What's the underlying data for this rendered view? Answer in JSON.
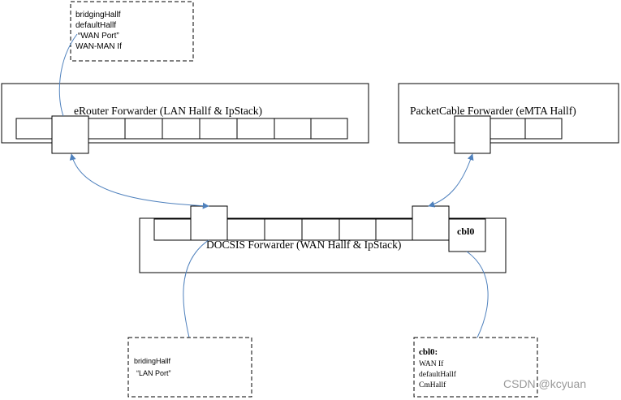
{
  "notes": {
    "top_left": {
      "lines": [
        "bridgingHallf",
        "defaultHallf",
        "“WAN Port”",
        "WAN-MAN If"
      ]
    },
    "bottom_left": {
      "lines": [
        "bridingHallf",
        "“LAN Port”"
      ]
    },
    "bottom_right": {
      "title": "cbl0:",
      "lines": [
        "WAN If",
        "defaultHallf",
        "CmHallf"
      ]
    }
  },
  "boxes": {
    "erouter": {
      "label": "eRouter Forwarder (LAN Hallf & IpStack)"
    },
    "packetcable": {
      "label": "PacketCable Forwarder (eMTA Hallf)"
    },
    "docsis": {
      "label": "DOCSIS Forwarder (WAN Hallf & IpStack)",
      "port_label": "cbl0"
    }
  },
  "watermark": "CSDN @kcyuan",
  "colors": {
    "line": "#000000",
    "connector": "#4f81bd",
    "watermark": "#9a9a9a"
  }
}
